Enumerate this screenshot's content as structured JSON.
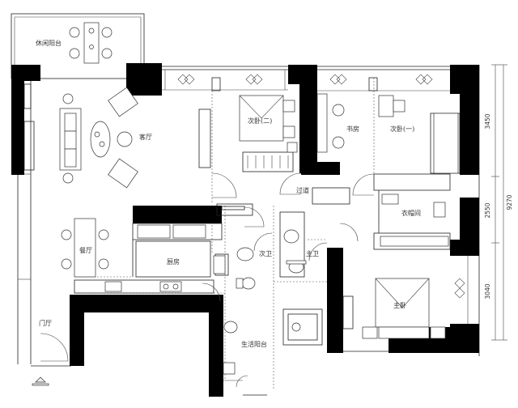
{
  "rooms": {
    "leisure_balcony": "休闲阳台",
    "living_room": "客厅",
    "second_bedroom_2": "次卧(二)",
    "study": "书房",
    "second_bedroom_1": "次卧(一)",
    "corridor": "过道",
    "walk_in_closet": "衣帽间",
    "dining_room": "餐厅",
    "kitchen": "厨房",
    "second_bathroom": "次卫",
    "master_bathroom": "主卫",
    "master_bedroom": "主卧",
    "utility_balcony": "生活阳台",
    "entrance_hall": "门厅"
  },
  "dimensions": {
    "d1": "3450",
    "d2": "2550",
    "d3": "9270",
    "d4": "3040"
  }
}
